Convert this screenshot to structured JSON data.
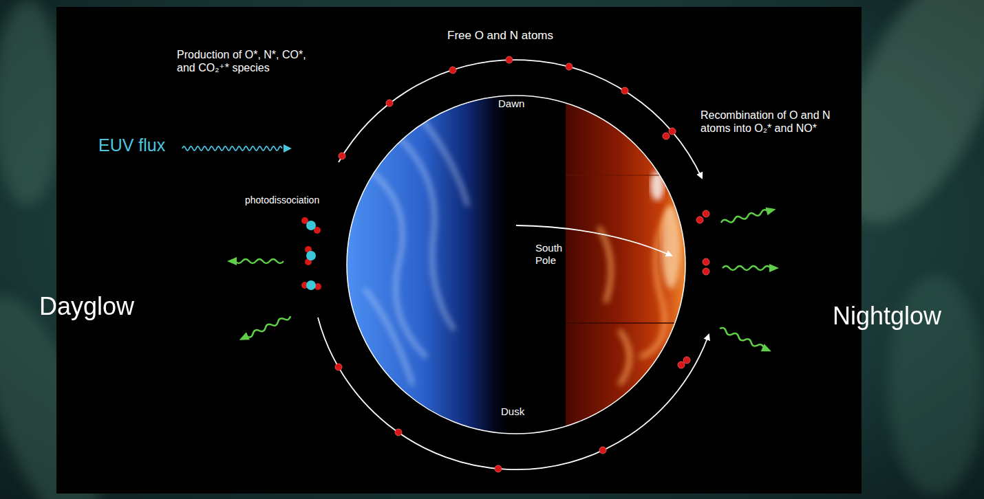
{
  "diagram": {
    "labels": [
      "Production of O*, N*, CO*, and CO₂⁺* species",
      "Free O and N atoms",
      "EUV flux",
      "photodissociation",
      "Dawn",
      "South Pole",
      "Dusk",
      "Recombination of O and N atoms into O₂* and NO*",
      "Dayglow",
      "Nightglow"
    ]
  }
}
